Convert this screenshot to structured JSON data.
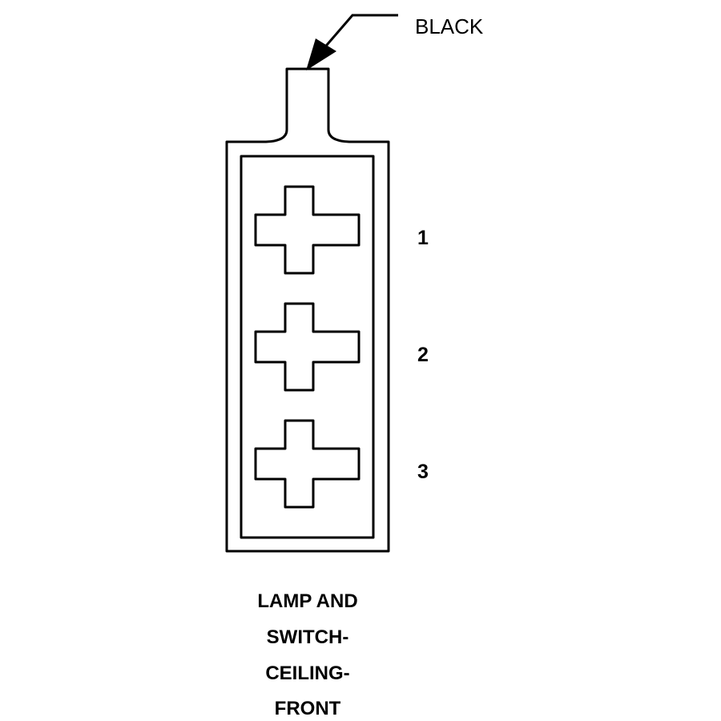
{
  "callout": {
    "label": "BLACK"
  },
  "cavities": [
    {
      "number": "1"
    },
    {
      "number": "2"
    },
    {
      "number": "3"
    }
  ],
  "caption": {
    "lines": [
      "LAMP AND",
      "SWITCH-",
      "CEILING-",
      "FRONT"
    ]
  }
}
